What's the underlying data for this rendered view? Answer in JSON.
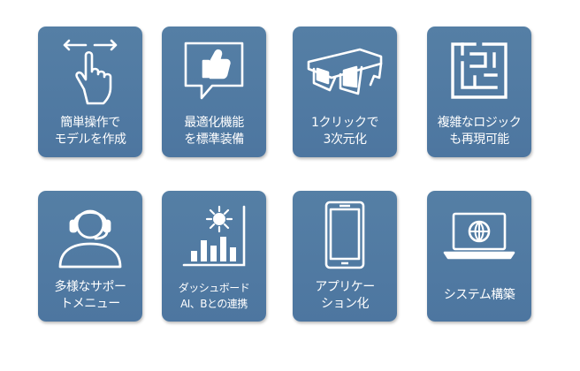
{
  "tiles": [
    {
      "line1": "簡単操作で",
      "line2": "モデルを作成",
      "icon": "touch-swipe-icon"
    },
    {
      "line1": "最適化機能",
      "line2": "を標準装備",
      "icon": "thumbs-up-message-icon"
    },
    {
      "line1": "1クリックで",
      "line2": "3次元化",
      "icon": "3d-glasses-icon"
    },
    {
      "line1": "複雑なロジック",
      "line2": "も再現可能",
      "icon": "maze-icon"
    },
    {
      "line1": "多様なサポー",
      "line2": "トメニュー",
      "icon": "headset-support-icon"
    },
    {
      "line1": "ダッシュボード",
      "line2": "AI、Bとの連携",
      "icon": "dashboard-ai-chart-icon"
    },
    {
      "line1": "アプリケー",
      "line2": "ション化",
      "icon": "smartphone-icon"
    },
    {
      "line1": "システム構築",
      "icon": "laptop-globe-icon"
    }
  ],
  "colors": {
    "tile": "#4f78a2",
    "icon": "#ffffff",
    "text": "#ffffff"
  }
}
